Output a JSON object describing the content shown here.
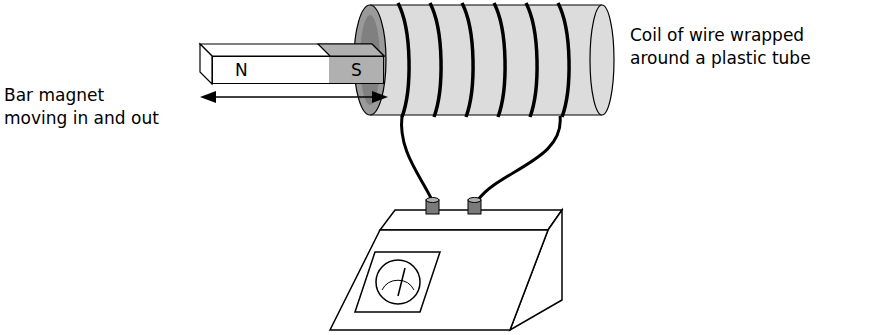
{
  "diagram": {
    "nodes": [
      {
        "text": [
          "N",
          "S"
        ]
      }
    ],
    "labels": [
      "Bar magnet moving in and out",
      "Coil of wire wrapped around a plastic tube"
    ]
  }
}
